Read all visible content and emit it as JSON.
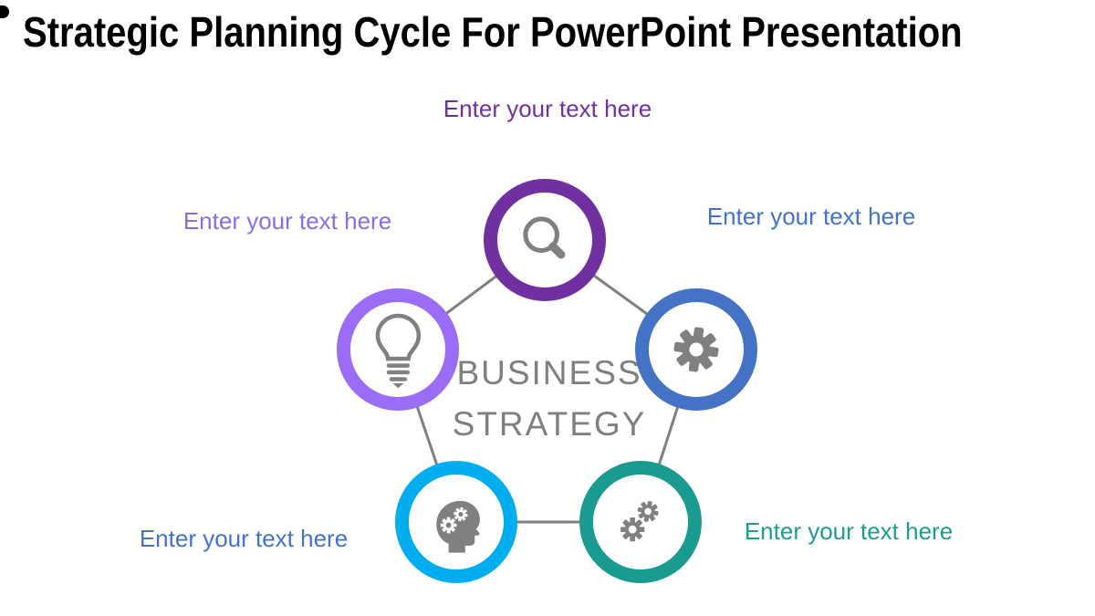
{
  "title": "Strategic Planning Cycle For PowerPoint Presentation",
  "center": {
    "line1": "BUSINESS",
    "line2": "STRATEGY",
    "color": "#7F7F7F"
  },
  "icon_color": "#808080",
  "connector_color": "#808080",
  "nodes": [
    {
      "position": "top",
      "icon": "magnifier-icon",
      "label": "Enter your text here",
      "ring_color": "#7030A0",
      "label_color": "#7030A0"
    },
    {
      "position": "upper-left",
      "icon": "lightbulb-icon",
      "label": "Enter your text here",
      "ring_color": "#9B6CF6",
      "label_color": "#8A6DE9"
    },
    {
      "position": "upper-right",
      "icon": "gear-icon",
      "label": "Enter your text here",
      "ring_color": "#4472C4",
      "label_color": "#4472C4"
    },
    {
      "position": "lower-left",
      "icon": "head-gears-icon",
      "label": "Enter your text here",
      "ring_color": "#00AEEF",
      "label_color": "#4472C4"
    },
    {
      "position": "lower-right",
      "icon": "double-gear-icon",
      "label": "Enter your text here",
      "ring_color": "#199B90",
      "label_color": "#1E9C94"
    }
  ]
}
